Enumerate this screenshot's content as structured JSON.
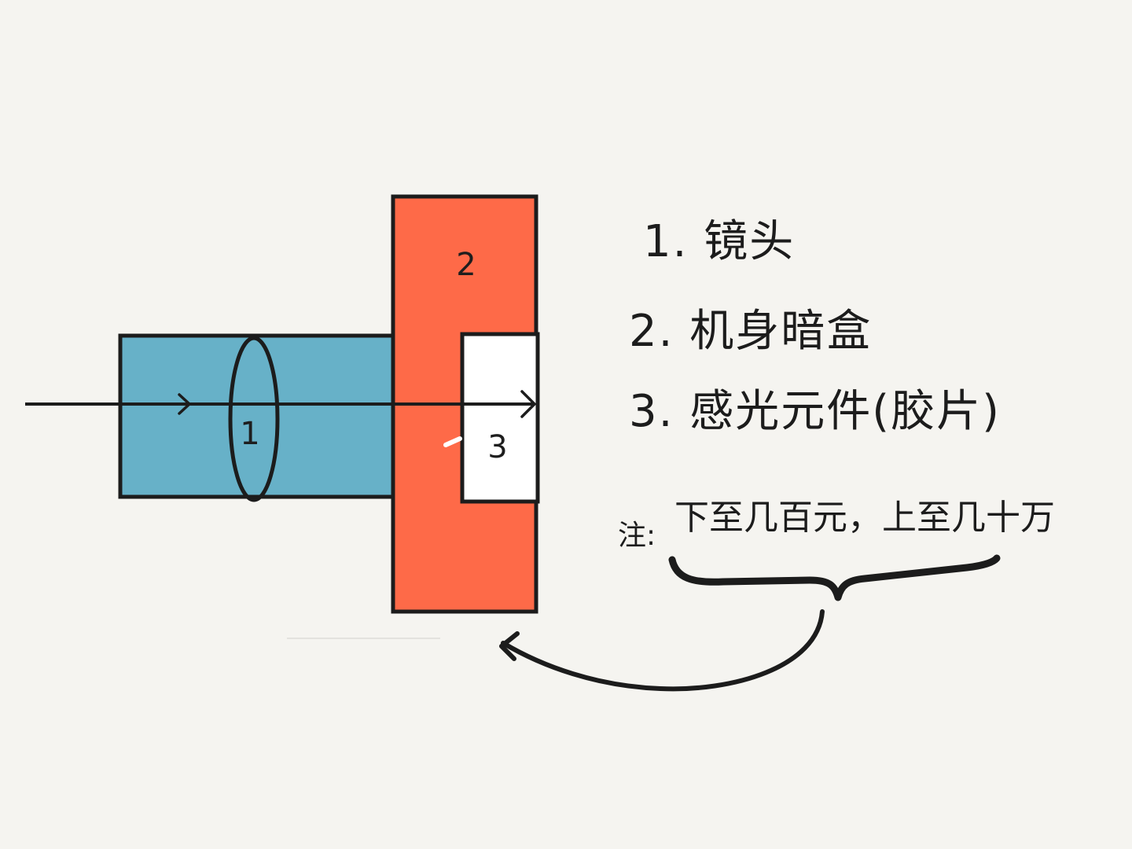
{
  "parts": {
    "lens_label": "1",
    "body_label": "2",
    "sensor_label": "3"
  },
  "legend": {
    "items": [
      "1. 镜头",
      "2. 机身暗盒",
      "3. 感光元件(胶片)"
    ]
  },
  "note": {
    "prefix": "注:",
    "text": "下至几百元，上至几十万"
  },
  "colors": {
    "background": "#f5f4f0",
    "lens_barrel": "#67b1c8",
    "camera_body": "#fe6a48",
    "sensor": "#ffffff",
    "ink": "#1c1c1c"
  }
}
